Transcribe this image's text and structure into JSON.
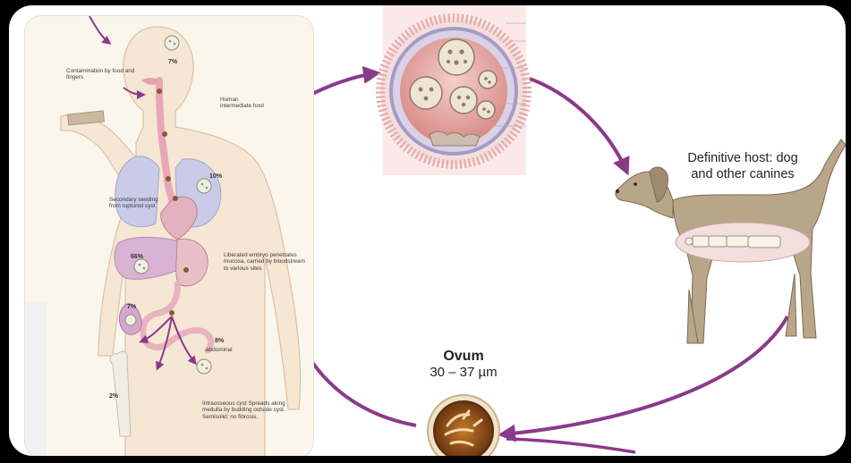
{
  "human": {
    "contamination": "Contamination by food and fingers",
    "intermediate_host": "Human intermediate host",
    "secondary_seeding": "Secondary seeding from ruptured cyst",
    "liberated_embryo": "Liberated embryo penetrates mucosa, carried by bloodstream to various sites",
    "intraosseous": "Intraosseous cyst Spreads along medulla by budding outside cyst. Semisolid; no fibrosis.",
    "abdominal": "abdominal",
    "pct_head": "7%",
    "pct_lung": "10%",
    "pct_liver": "66%",
    "pct_kidney": "7%",
    "pct_abdominal": "8%",
    "pct_bone": "2%"
  },
  "definitive_host": "Definitive host: dog and other canines",
  "ovum": {
    "title": "Ovum",
    "size": "30 – 37 µm"
  },
  "colors": {
    "cycle_arrow": "#8b3a8b",
    "dog": "#b9a688",
    "cyst_wall": "#e8c9c6",
    "ovum": "#8a4a14"
  }
}
